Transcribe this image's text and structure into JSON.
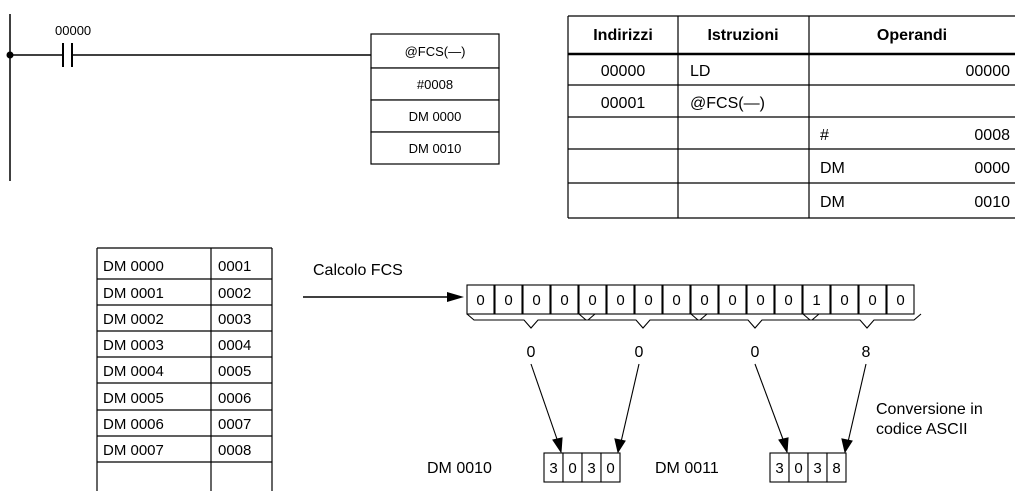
{
  "ladder": {
    "contact_address": "00000",
    "instruction_box": [
      "@FCS(—)",
      "#0008",
      "DM 0000",
      "DM 0010"
    ]
  },
  "mnemonic_table": {
    "headers": [
      "Indirizzi",
      "Istruzioni",
      "Operandi"
    ],
    "rows": [
      {
        "address": "00000",
        "instruction": "LD",
        "operand_prefix": "",
        "operand_value": "00000"
      },
      {
        "address": "00001",
        "instruction": "@FCS(—)",
        "operand_prefix": "",
        "operand_value": ""
      },
      {
        "address": "",
        "instruction": "",
        "operand_prefix": "#",
        "operand_value": "0008"
      },
      {
        "address": "",
        "instruction": "",
        "operand_prefix": "DM",
        "operand_value": "0000"
      },
      {
        "address": "",
        "instruction": "",
        "operand_prefix": "DM",
        "operand_value": "0010"
      }
    ]
  },
  "dm_table": {
    "rows": [
      {
        "address": "DM 0000",
        "value": "0001"
      },
      {
        "address": "DM 0001",
        "value": "0002"
      },
      {
        "address": "DM 0002",
        "value": "0003"
      },
      {
        "address": "DM 0003",
        "value": "0004"
      },
      {
        "address": "DM 0004",
        "value": "0005"
      },
      {
        "address": "DM 0005",
        "value": "0006"
      },
      {
        "address": "DM 0006",
        "value": "0007"
      },
      {
        "address": "DM 0007",
        "value": "0008"
      }
    ]
  },
  "fcs": {
    "label": "Calcolo FCS",
    "bits": [
      "0",
      "0",
      "0",
      "0",
      "0",
      "0",
      "0",
      "0",
      "0",
      "0",
      "0",
      "0",
      "1",
      "0",
      "0",
      "0"
    ],
    "hex_digits": [
      "0",
      "0",
      "0",
      "8"
    ]
  },
  "ascii": {
    "label_line1": "Conversione in",
    "label_line2": "codice ASCII",
    "words": [
      {
        "address": "DM 0010",
        "digits": [
          "3",
          "0",
          "3",
          "0"
        ]
      },
      {
        "address": "DM 0011",
        "digits": [
          "3",
          "0",
          "3",
          "8"
        ]
      }
    ]
  }
}
